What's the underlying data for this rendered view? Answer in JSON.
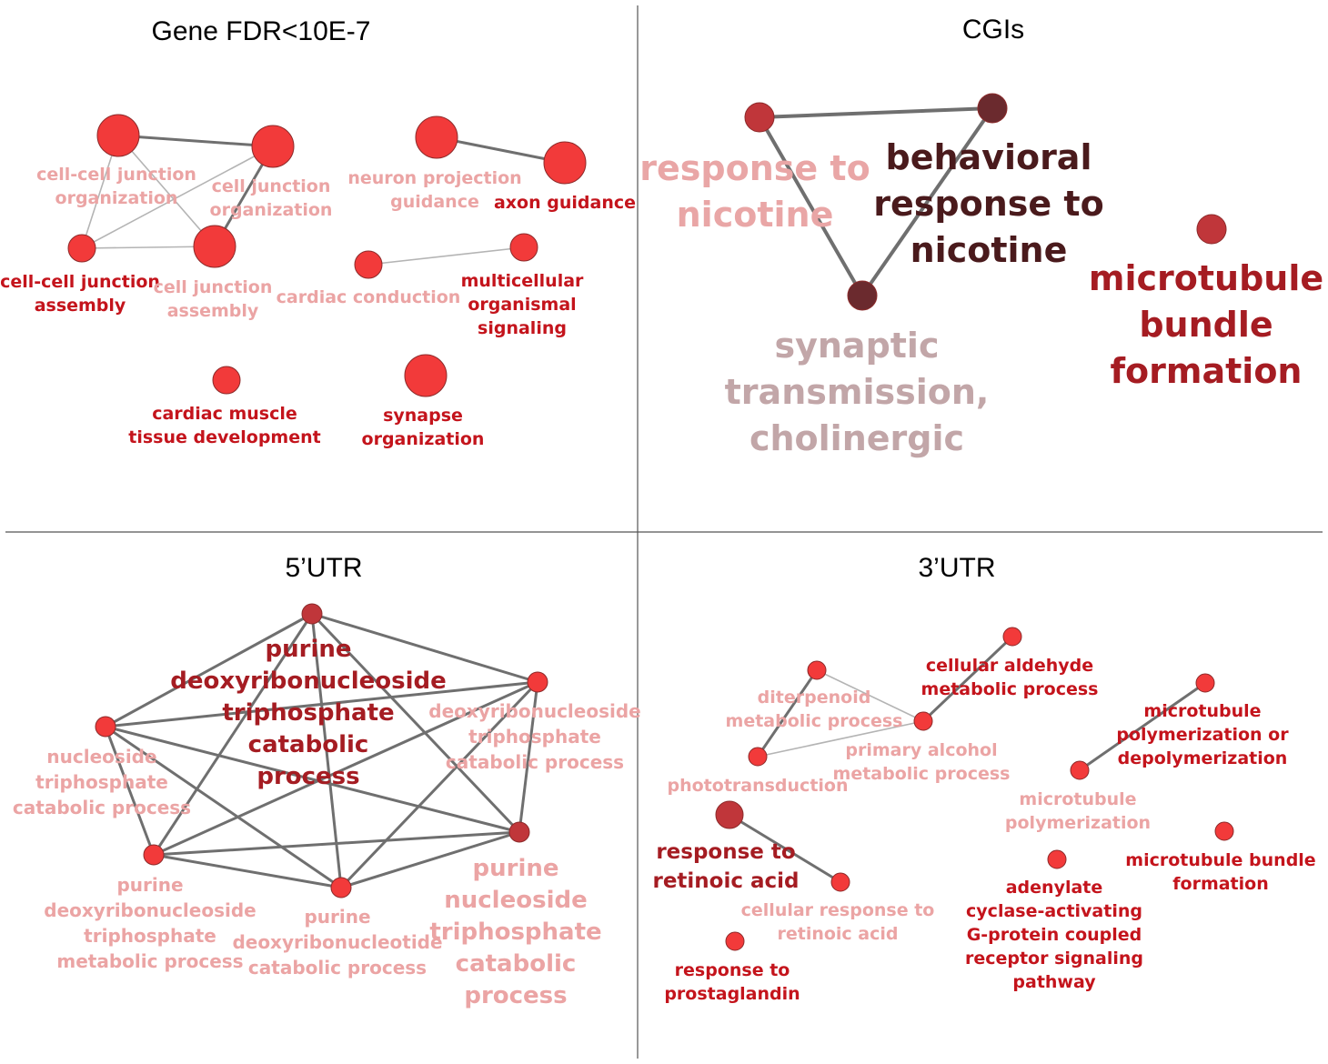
{
  "panels": [
    {
      "id": "gene",
      "title": "Gene FDR<10E-7",
      "nodes": [
        {
          "id": "ccjo",
          "label": [
            "cell-cell junction",
            "organization"
          ],
          "shade": "light"
        },
        {
          "id": "cjo",
          "label": [
            "cell junction",
            "organization"
          ],
          "shade": "light"
        },
        {
          "id": "ccja",
          "label": [
            "cell-cell junction",
            "assembly"
          ],
          "shade": "dark"
        },
        {
          "id": "cja",
          "label": [
            "cell junction",
            "assembly"
          ],
          "shade": "light"
        },
        {
          "id": "npg",
          "label": [
            "neuron projection",
            "guidance"
          ],
          "shade": "light"
        },
        {
          "id": "axg",
          "label": [
            "axon guidance"
          ],
          "shade": "dark"
        },
        {
          "id": "cc",
          "label": [
            "cardiac conduction"
          ],
          "shade": "light"
        },
        {
          "id": "mos",
          "label": [
            "multicellular",
            "organismal",
            "signaling"
          ],
          "shade": "dark"
        },
        {
          "id": "cmtd",
          "label": [
            "cardiac muscle",
            "tissue development"
          ],
          "shade": "dark"
        },
        {
          "id": "so",
          "label": [
            "synapse",
            "organization"
          ],
          "shade": "dark"
        }
      ],
      "edges": [
        [
          "ccjo",
          "cjo"
        ],
        [
          "ccjo",
          "ccja"
        ],
        [
          "ccjo",
          "cja"
        ],
        [
          "cjo",
          "ccja"
        ],
        [
          "cjo",
          "cja"
        ],
        [
          "ccja",
          "cja"
        ],
        [
          "npg",
          "axg"
        ],
        [
          "cc",
          "mos"
        ]
      ]
    },
    {
      "id": "cgi",
      "title": "CGIs",
      "nodes": [
        {
          "id": "rtn",
          "label": [
            "response to",
            "nicotine"
          ],
          "shade": "light"
        },
        {
          "id": "brn",
          "label": [
            "behavioral",
            "response to",
            "nicotine"
          ],
          "shade": "dark"
        },
        {
          "id": "stc",
          "label": [
            "synaptic",
            "transmission,",
            "cholinergic"
          ],
          "shade": "light"
        },
        {
          "id": "mbf",
          "label": [
            "microtubule",
            "bundle",
            "formation"
          ],
          "shade": "dark"
        }
      ],
      "edges": [
        [
          "rtn",
          "brn"
        ],
        [
          "rtn",
          "stc"
        ],
        [
          "brn",
          "stc"
        ]
      ]
    },
    {
      "id": "utr5",
      "title": "5’UTR",
      "nodes": [
        {
          "id": "pdtcp",
          "label": [
            "purine",
            "deoxyribonucleoside",
            "triphosphate",
            "catabolic",
            "process"
          ],
          "shade": "dark"
        },
        {
          "id": "dtcp",
          "label": [
            "deoxyribonucleoside",
            "triphosphate",
            "catabolic process"
          ],
          "shade": "light"
        },
        {
          "id": "ntcp",
          "label": [
            "nucleoside",
            "triphosphate",
            "catabolic process"
          ],
          "shade": "light"
        },
        {
          "id": "pntcp",
          "label": [
            "purine",
            "nucleoside",
            "triphosphate",
            "catabolic",
            "process"
          ],
          "shade": "light"
        },
        {
          "id": "pdtmp",
          "label": [
            "purine",
            "deoxyribonucleoside",
            "triphosphate",
            "metabolic process"
          ],
          "shade": "light"
        },
        {
          "id": "pdcp",
          "label": [
            "purine",
            "deoxyribonucleotide",
            "catabolic process"
          ],
          "shade": "light"
        }
      ],
      "edges": [
        [
          "pdtcp",
          "dtcp"
        ],
        [
          "pdtcp",
          "ntcp"
        ],
        [
          "pdtcp",
          "pntcp"
        ],
        [
          "pdtcp",
          "pdtmp"
        ],
        [
          "pdtcp",
          "pdcp"
        ],
        [
          "dtcp",
          "ntcp"
        ],
        [
          "dtcp",
          "pntcp"
        ],
        [
          "dtcp",
          "pdtmp"
        ],
        [
          "dtcp",
          "pdcp"
        ],
        [
          "ntcp",
          "pntcp"
        ],
        [
          "ntcp",
          "pdtmp"
        ],
        [
          "ntcp",
          "pdcp"
        ],
        [
          "pntcp",
          "pdtmp"
        ],
        [
          "pntcp",
          "pdcp"
        ],
        [
          "pdtmp",
          "pdcp"
        ]
      ]
    },
    {
      "id": "utr3",
      "title": "3’UTR",
      "nodes": [
        {
          "id": "cadmp",
          "label": [
            "cellular aldehyde",
            "metabolic process"
          ],
          "shade": "dark"
        },
        {
          "id": "dmp",
          "label": [
            "diterpenoid",
            "metabolic process"
          ],
          "shade": "light"
        },
        {
          "id": "pamp",
          "label": [
            "primary alcohol",
            "metabolic process"
          ],
          "shade": "light"
        },
        {
          "id": "pht",
          "label": [
            "phototransduction"
          ],
          "shade": "light"
        },
        {
          "id": "mpd",
          "label": [
            "microtubule",
            "polymerization or",
            "depolymerization"
          ],
          "shade": "dark"
        },
        {
          "id": "mp",
          "label": [
            "microtubule",
            "polymerization"
          ],
          "shade": "light"
        },
        {
          "id": "rra",
          "label": [
            "response to",
            "retinoic acid"
          ],
          "shade": "dark"
        },
        {
          "id": "crra",
          "label": [
            "cellular response to",
            "retinoic acid"
          ],
          "shade": "light"
        },
        {
          "id": "mbf3",
          "label": [
            "microtubule bundle",
            "formation"
          ],
          "shade": "dark"
        },
        {
          "id": "acgp",
          "label": [
            "adenylate",
            "cyclase-activating",
            "G-protein coupled",
            "receptor signaling",
            "pathway"
          ],
          "shade": "dark"
        },
        {
          "id": "rpg",
          "label": [
            "response to",
            "prostaglandin"
          ],
          "shade": "dark"
        }
      ],
      "edges": [
        [
          "dmp",
          "pamp"
        ],
        [
          "dmp",
          "pht"
        ],
        [
          "pht",
          "pamp"
        ],
        [
          "pamp",
          "cadmp"
        ],
        [
          "mpd",
          "mp"
        ],
        [
          "rra",
          "crra"
        ]
      ]
    }
  ],
  "colors": {
    "node_red": "#f23a3a",
    "node_maroon": "#c0363a",
    "node_dark": "#6b2a2e",
    "label_dark_red": "#c4141c",
    "label_light_red": "#eba4a4",
    "label_maroon": "#a51c22",
    "label_darkest": "#4a1a1c",
    "label_pink": "#e9a6a6",
    "label_mauve": "#c2a6a8",
    "edge": "#6f6f6f",
    "edge_light": "#b4b4b4",
    "divider": "#555555"
  }
}
